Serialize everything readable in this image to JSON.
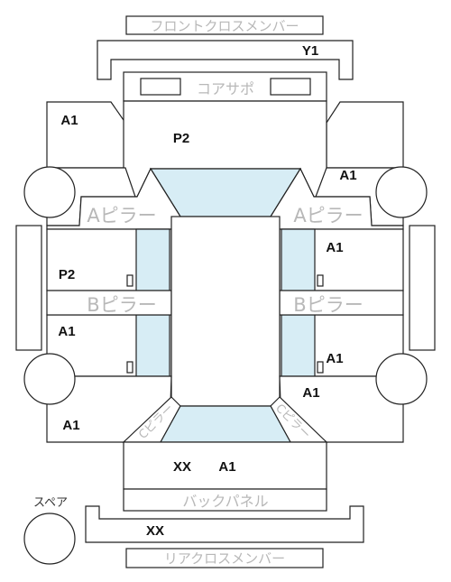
{
  "part_names": {
    "front_cross_member": "フロントクロスメンバー",
    "core_support": "コアサポ",
    "a_pillar_left": "Aピラー",
    "a_pillar_right": "Aピラー",
    "b_pillar_left": "Bピラー",
    "b_pillar_right": "Bピラー",
    "back_panel": "バックパネル",
    "rear_cross_member": "リアクロスメンバー",
    "spare": "スペア",
    "pillar_c_left": "Cピラー",
    "pillar_c_right": "Cピラー"
  },
  "damage_codes": {
    "front_member": "Y1",
    "front_left_fender": "A1",
    "hood": "P2",
    "front_right_fender": "A1",
    "front_right_door": "A1",
    "front_left_door": "P2",
    "rear_left_door": "A1",
    "rear_right_door": "A1",
    "rear_right_quarter": "A1",
    "rear_left_quarter": "A1",
    "trunk_left": "XX",
    "trunk_right": "A1",
    "rear_member": "XX"
  },
  "colors": {
    "glass": "#d7edf5",
    "outline": "#222222",
    "label_grey": "#b8b8b8"
  }
}
